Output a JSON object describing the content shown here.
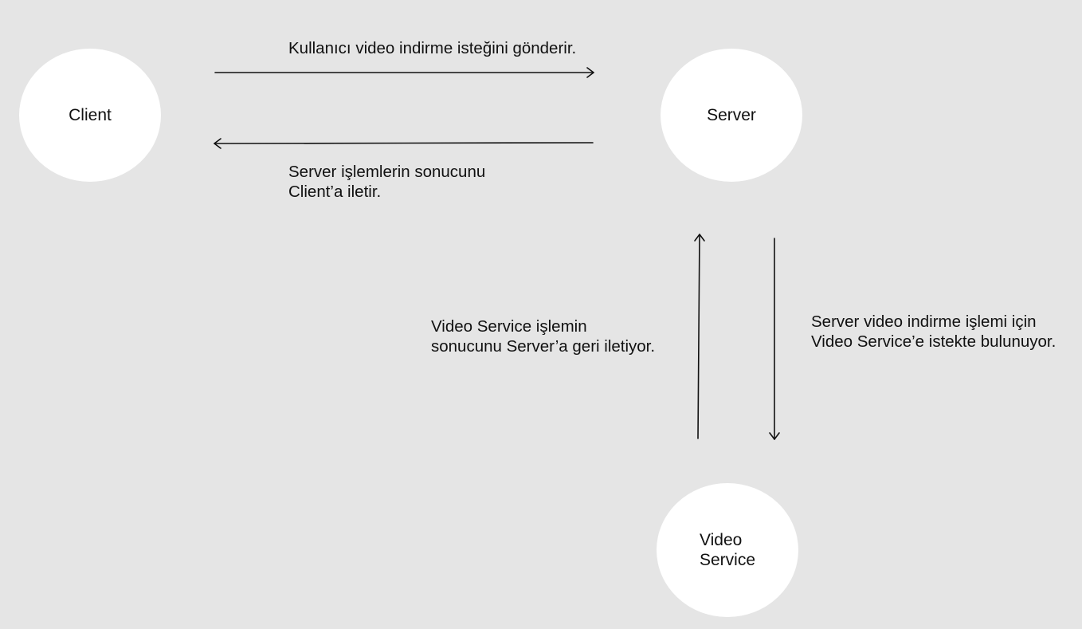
{
  "diagram": {
    "nodes": {
      "client": {
        "label": "Client"
      },
      "server": {
        "label": "Server"
      },
      "video_service": {
        "label": "Video\nService"
      }
    },
    "edges": {
      "client_to_server": {
        "from": "Client",
        "to": "Server",
        "label": "Kullanıcı video indirme isteğini gönderir."
      },
      "server_to_client": {
        "from": "Server",
        "to": "Client",
        "label": "Server işlemlerin sonucunu\nClient’a iletir."
      },
      "video_service_to_server": {
        "from": "Video Service",
        "to": "Server",
        "label": "Video Service işlemin\nsonucunu Server’a geri iletiyor."
      },
      "server_to_video_service": {
        "from": "Server",
        "to": "Video Service",
        "label": "Server video indirme işlemi için\nVideo Service’e istekte bulunuyor."
      }
    }
  }
}
